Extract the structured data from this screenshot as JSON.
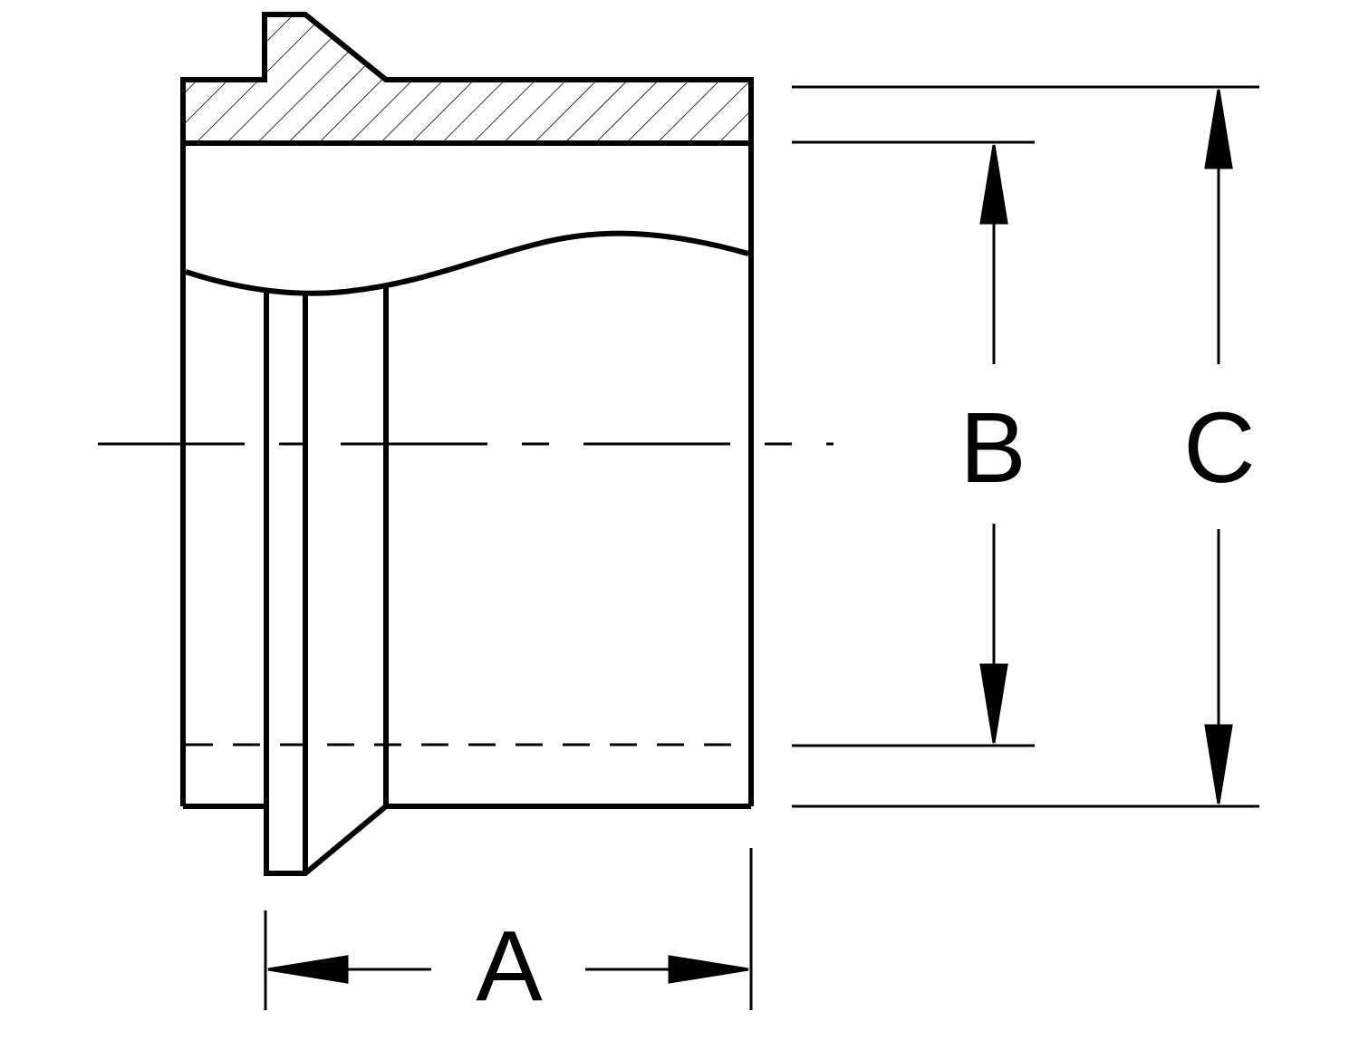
{
  "colors": {
    "line": "#000000",
    "background": "#ffffff"
  },
  "dimensions": {
    "a": "A",
    "b": "B",
    "c": "C"
  }
}
